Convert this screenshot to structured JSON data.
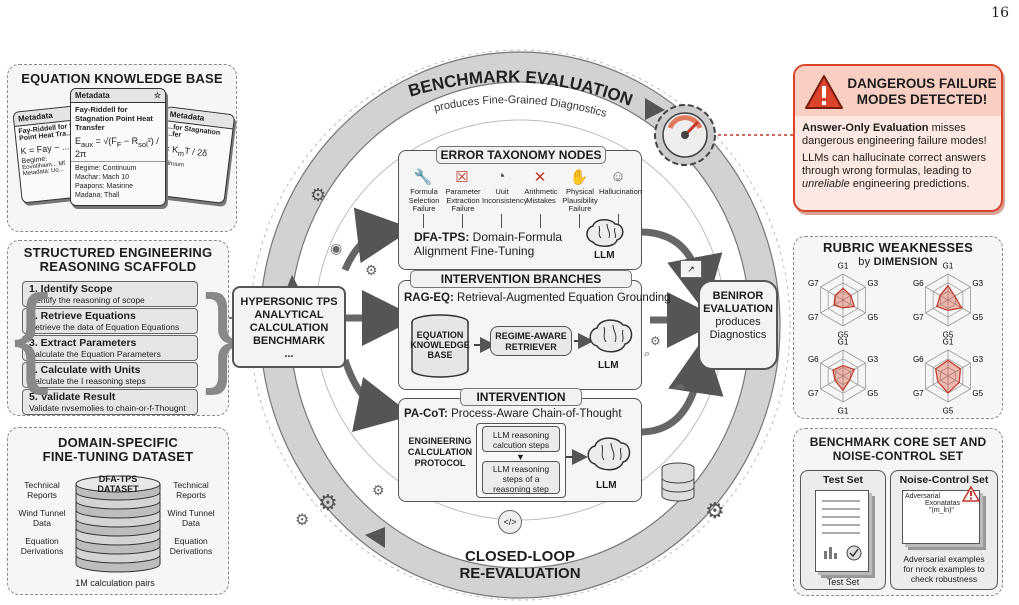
{
  "page_number": "16",
  "kb_cards": {
    "title": "EQUATION KNOWLEDGE BASE CARDS",
    "front": {
      "header": "Metadata",
      "name": "Fay-Riddell for Stagnation Point Heat Transfer",
      "regime": "Begime: Continuum",
      "mach": "Machar: Mach 10",
      "paapons": "Paapons: Masirine",
      "madana": "Madana: Thall"
    },
    "left_back": {
      "header": "Metadata",
      "name": "Fay-Riddell for St... Point Heat Tra...",
      "regime": "Begime:",
      "extra": "Eovotihaim... Mf",
      "meta": "Metadata: Uo..."
    },
    "right_back": {
      "header": "Metadata",
      "name": "...for Stagnation ...fer",
      "extra": "...lhuum"
    }
  },
  "scaffold": {
    "title_line1": "STRUCTURED ENGINEERING",
    "title_line2": "REASONING SCAFFOLD",
    "steps": [
      {
        "title": "1. Identify Scope",
        "desc": "Identify the reasoning of scope"
      },
      {
        "title": "2. Retrieve Equations",
        "desc": "Retrieve the data of Equation Equations"
      },
      {
        "title": "3. Extract Parameters",
        "desc": "Calculate the Equation Parameters"
      },
      {
        "title": "4. Calculate with Units",
        "desc": "Calculate the I reasoning steps"
      },
      {
        "title": "5. Validate Result",
        "desc": "Validate nvsemolies to chain-or-f-Thougnt"
      }
    ]
  },
  "dataset": {
    "title_line1": "DOMAIN-SPECIFIC",
    "title_line2": "FINE-TUNING DATASET",
    "stack_label_line1": "DFA-TPS",
    "stack_label_line2": "DATASET",
    "left_labels": [
      "Technical Reports",
      "Wind Tunnel Data",
      "Equation Derivations"
    ],
    "right_labels": [
      "Technical Reports",
      "Wind Tunnel Data",
      "Equation Derivations"
    ],
    "footer": "1M calculation pairs"
  },
  "hub": {
    "line1": "HYPERSONIC TPS",
    "line2": "ANALYTICAL",
    "line3": "CALCULATION",
    "line4": "BENCHMARK",
    "line5": "..."
  },
  "top_arc": {
    "title": "BENCHMARK EVALUATION",
    "subtitle": "produces Fine-Grained Diagnostics"
  },
  "bottom_arc": {
    "line1": "CLOSED-LOOP",
    "line2": "RE-EVALUATION"
  },
  "taxonomy": {
    "title": "ERROR TAXONOMY NODES",
    "nodes": [
      {
        "label": "Formula Selection Failure",
        "icon": "wrench-icon"
      },
      {
        "label": "Parameter Extraction Failure",
        "icon": "x-box-icon"
      },
      {
        "label": "Uuit Inconsistency",
        "icon": "gauge-icon"
      },
      {
        "label": "Arithmetic Mistakes",
        "icon": "x-mark-icon"
      },
      {
        "label": "Physical Plausibility Failure",
        "icon": "hand-icon"
      },
      {
        "label": "Hallucination",
        "icon": "brain-icon"
      }
    ],
    "dfa_bold": "DFA-TPS:",
    "dfa_line1": " Domain-Formula",
    "dfa_line2": "Alignment Fine-Tuning",
    "llm": "LLM"
  },
  "branches": {
    "title": "INTERVENTION BRANCHES",
    "rag_bold": "RAG-EQ:",
    "rag_text": " Retrieval-Augmented Equation Grounding",
    "kb_line1": "EQUATION",
    "kb_line2": "KNOWLEDGE",
    "kb_line3": "BASE",
    "retriever_line1": "REGIME-AWARE",
    "retriever_line2": "RETRIEVER",
    "llm": "LLM"
  },
  "intervention": {
    "title": "INTERVENTION",
    "cot_bold": "PA-CoT:",
    "cot_text": " Process-Aware Chain-of-Thought",
    "protocol_line1": "ENGINEERING",
    "protocol_line2": "CALCULATION",
    "protocol_line3": "PROTOCOL",
    "step1_line1": "LLM reasoning",
    "step1_line2": "calcution steps",
    "step2_line1": "LLM reasoning",
    "step2_line2": "steps of a",
    "step2_line3": "reasoning step",
    "llm": "LLM"
  },
  "eval_node": {
    "line1": "BENIROR",
    "line2": "EVALUATION",
    "line3": "produces",
    "line4": "Diagnostics"
  },
  "alert": {
    "title_line1": "DANGEROUS FAILURE",
    "title_line2": "MODES DETECTED!",
    "p1_bold": "Answer-Only Evaluation",
    "p1_rest": " misses dangerous engineering failure modes!",
    "p2_line1": "LLMs can hallucinate correct answers",
    "p2_line2": "through wrong formulas, leading to",
    "p2_italic": "unreliable",
    "p2_end": " engineering predictions.",
    "accent": "#d9442b",
    "bg": "#fde9e2"
  },
  "rubric": {
    "title_line1": "RUBRIC WEAKNESSES",
    "title_line2_pre": "by ",
    "title_line2_bold": "DIMENSION",
    "radars": [
      {
        "labels": [
          "G1",
          "G3",
          "G5",
          "G5",
          "G7",
          "G7"
        ],
        "values": [
          0.45,
          0.35,
          0.5,
          0.3,
          0.4,
          0.35
        ]
      },
      {
        "labels": [
          "G1",
          "G3",
          "G5",
          "G5",
          "G7",
          "G6"
        ],
        "values": [
          0.55,
          0.3,
          0.6,
          0.4,
          0.5,
          0.35
        ]
      },
      {
        "labels": [
          "G1",
          "G3",
          "G5",
          "G1",
          "G7",
          "G6"
        ],
        "values": [
          0.4,
          0.5,
          0.3,
          0.55,
          0.35,
          0.45
        ]
      },
      {
        "labels": [
          "G1",
          "G3",
          "G5",
          "G5",
          "G7",
          "G6"
        ],
        "values": [
          0.6,
          0.55,
          0.5,
          0.65,
          0.45,
          0.55
        ]
      }
    ]
  },
  "core_set": {
    "title_line1": "BENCHMARK CORE SET AND",
    "title_line2": "NOISE-CONTROL SET",
    "test_title": "Test Set",
    "test_caption": "Test Set",
    "noise_title": "Noise-Control Set",
    "noise_card1": "Adversarial",
    "noise_card2": "Exonatatas",
    "noise_formula": "\"(m_ln)\"",
    "noise_caption_line1": "Adversarial examples",
    "noise_caption_line2": "for nrock examples to",
    "noise_caption_line3": "check robustness"
  }
}
